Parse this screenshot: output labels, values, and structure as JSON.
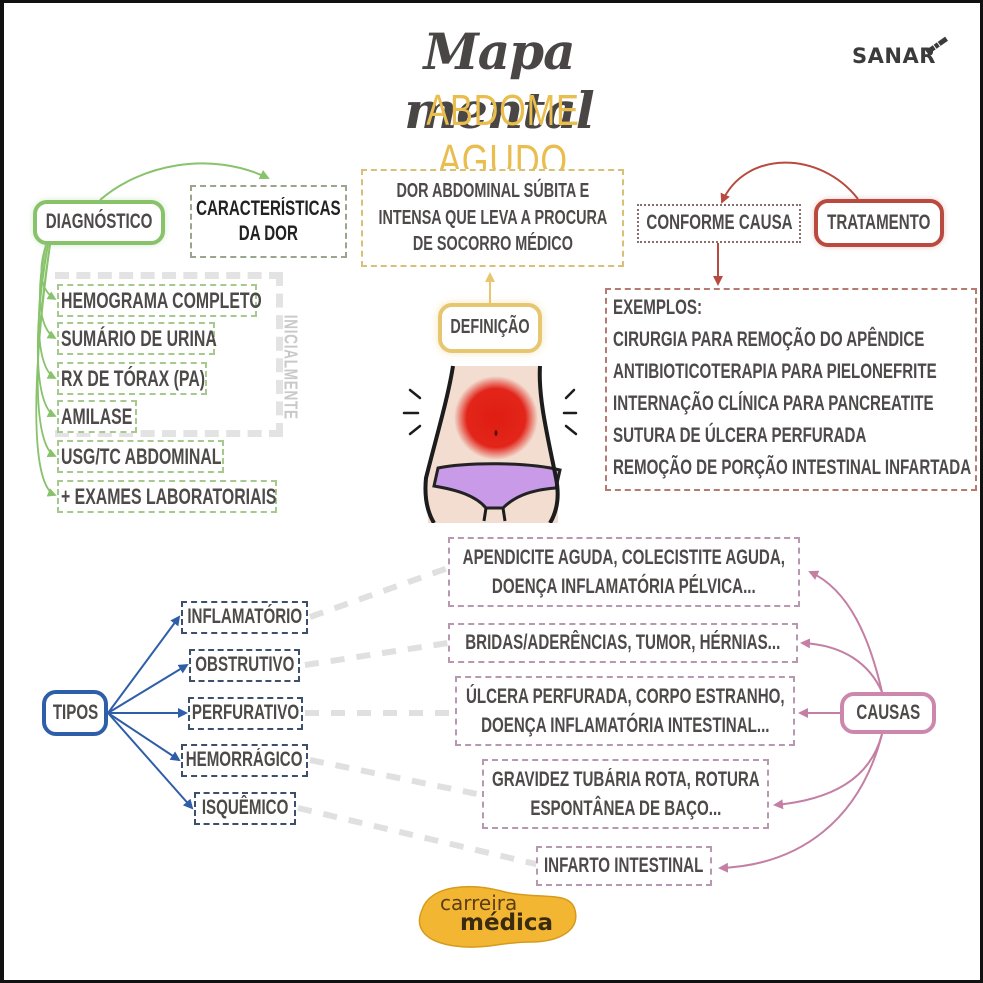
{
  "header": {
    "title_script": "Mapa mental",
    "title_main": "ABDOME AGUDO",
    "brand": "SANAR",
    "brand_icon": "satellite-icon"
  },
  "colors": {
    "diagnostico": "#88c36c",
    "definicao": "#e6c66e",
    "tratamento": "#b84a3f",
    "tipos": "#2f5ea8",
    "causas": "#cd87ad",
    "title_accent": "#e9bd4e",
    "text": "#4e4a4a"
  },
  "diagnostico": {
    "label": "DIAGNÓSTICO",
    "characteristics": "CARACTERÍSTICAS\nDA DOR",
    "characteristics_lines": [
      "CARACTERÍSTICAS",
      "DA DOR"
    ],
    "group_label": "INICIALMENTE",
    "exams": [
      "HEMOGRAMA COMPLETO",
      "SUMÁRIO DE URINA",
      "RX DE TÓRAX (PA)",
      "AMILASE",
      "USG/TC ABDOMINAL",
      "+ EXAMES LABORATORIAIS"
    ]
  },
  "definicao": {
    "label": "DEFINIÇÃO",
    "text_lines": [
      "DOR ABDOMINAL SÚBITA E",
      "INTENSA QUE LEVA A PROCURA",
      "DE SOCORRO MÉDICO"
    ],
    "illustration": "abdominal-pain-illustration"
  },
  "tratamento": {
    "label": "TRATAMENTO",
    "conforme": "CONFORME CAUSA",
    "examples_title": "EXEMPLOS:",
    "examples": [
      "CIRURGIA PARA REMOÇÃO DO APÊNDICE",
      "ANTIBIOTICOTERAPIA PARA PIELONEFRITE",
      "INTERNAÇÃO CLÍNICA PARA PANCREATITE",
      "SUTURA DE ÚLCERA PERFURADA",
      "REMOÇÃO DE PORÇÃO INTESTINAL INFARTADA"
    ]
  },
  "tipos": {
    "label": "TIPOS",
    "items": [
      "INFLAMATÓRIO",
      "OBSTRUTIVO",
      "PERFURATIVO",
      "HEMORRÁGICO",
      "ISQUÊMICO"
    ]
  },
  "causas": {
    "label": "CAUSAS",
    "items": [
      [
        "APENDICITE AGUDA, COLECISTITE AGUDA,",
        "DOENÇA INFLAMATÓRIA PÉLVICA..."
      ],
      [
        "BRIDAS/ADERÊNCIAS, TUMOR, HÉRNIAS..."
      ],
      [
        "ÚLCERA PERFURADA, CORPO ESTRANHO,",
        "DOENÇA INFLAMATÓRIA INTESTINAL..."
      ],
      [
        "GRAVIDEZ TUBÁRIA ROTA, ROTURA",
        "ESPONTÂNEA DE BAÇO..."
      ],
      [
        "INFARTO INTESTINAL"
      ]
    ]
  },
  "footer": {
    "logo_line1": "carreira",
    "logo_line2": "médica"
  }
}
